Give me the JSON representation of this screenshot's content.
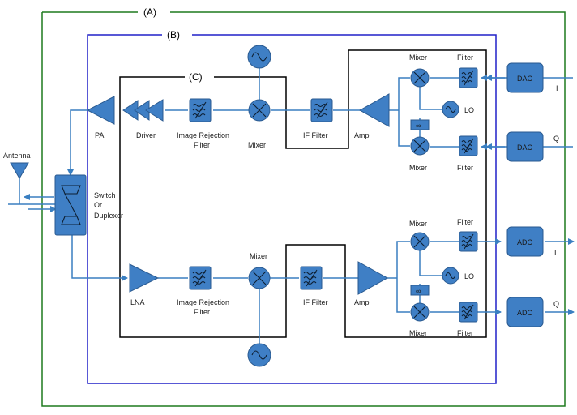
{
  "regions": {
    "a": "(A)",
    "b": "(B)",
    "c": "(C)"
  },
  "antenna": "Antenna",
  "duplexer": {
    "l1": "Switch",
    "l2": "Or",
    "l3": "Duplexer"
  },
  "tx": {
    "pa": "PA",
    "driver": "Driver",
    "imgrej1": "Image Rejection",
    "imgrej2": "Filter",
    "mixer": "Mixer",
    "if_filter": "IF Filter",
    "amp": "Amp",
    "mixer_i": "Mixer",
    "mixer_q": "Mixer",
    "filter_i": "Filter",
    "filter_q": "Filter",
    "lo": "LO",
    "dac_i": "DAC",
    "dac_q": "DAC",
    "i": "I",
    "q": "Q"
  },
  "rx": {
    "lna": "LNA",
    "imgrej1": "Image Rejection",
    "imgrej2": "Filter",
    "mixer": "Mixer",
    "if_filter": "IF Filter",
    "amp": "Amp",
    "mixer_i": "Mixer",
    "mixer_q": "Mixer",
    "filter_i": "Filter",
    "filter_q": "Filter",
    "lo": "LO",
    "adc_i": "ADC",
    "adc_q": "ADC",
    "i": "I",
    "q": "Q"
  },
  "phase_shift_symbol": "∞"
}
